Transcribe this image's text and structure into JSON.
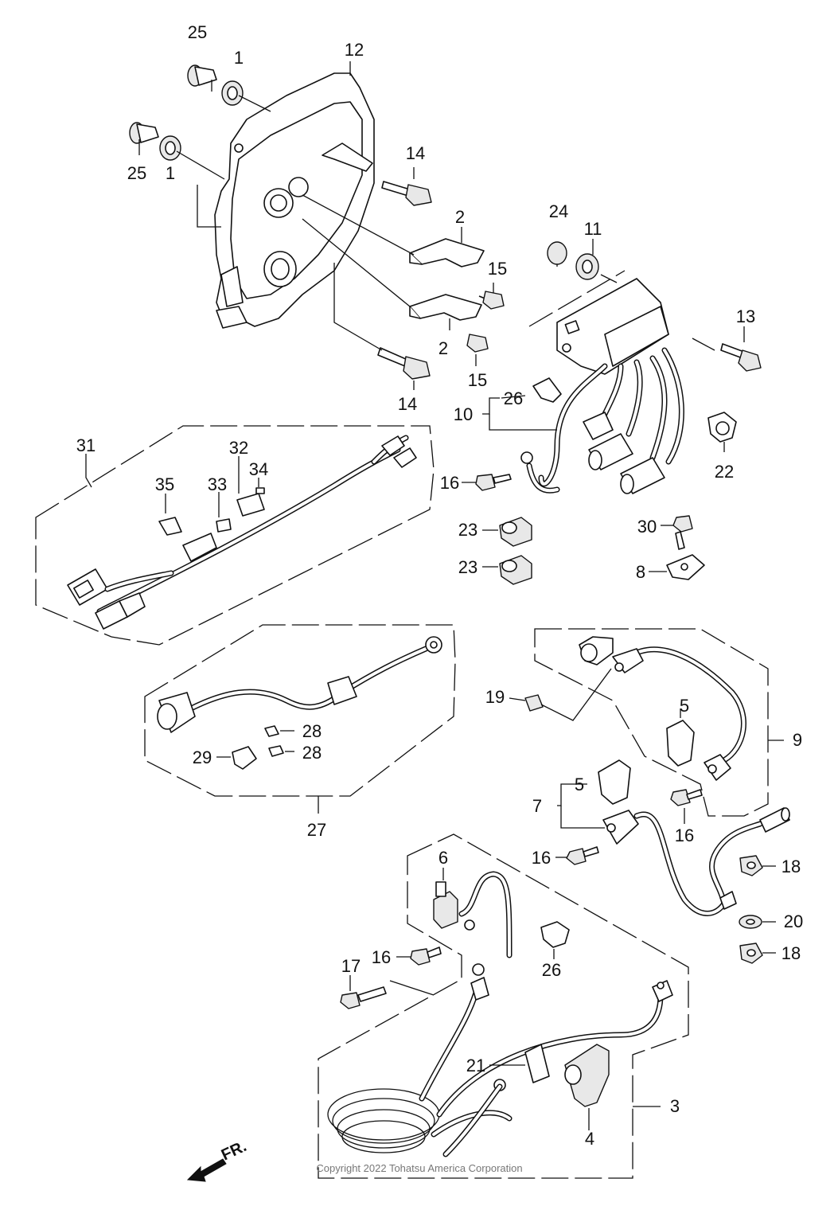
{
  "callouts": {
    "c25a": "25",
    "c1a": "1",
    "c12": "12",
    "c25b": "25",
    "c1b": "1",
    "c14a": "14",
    "c2a": "2",
    "c15a": "15",
    "c2b": "2",
    "c15b": "15",
    "c14b": "14",
    "c24": "24",
    "c11": "11",
    "c13": "13",
    "c26a": "26",
    "c10": "10",
    "c22": "22",
    "c16a": "16",
    "c31": "31",
    "c32": "32",
    "c34": "34",
    "c35": "35",
    "c33": "33",
    "c23a": "23",
    "c23b": "23",
    "c30": "30",
    "c8": "8",
    "c19": "19",
    "c5a": "5",
    "c9": "9",
    "c5b": "5",
    "c7": "7",
    "c16b": "16",
    "c16c": "16",
    "c28a": "28",
    "c29": "29",
    "c28b": "28",
    "c27": "27",
    "c6": "6",
    "c18a": "18",
    "c20": "20",
    "c18b": "18",
    "c26b": "26",
    "c17": "17",
    "c16d": "16",
    "c21": "21",
    "c3": "3",
    "c4": "4"
  },
  "direction_marker": "FR.",
  "copyright": "Copyright 2022 Tohatsu America Corporation"
}
